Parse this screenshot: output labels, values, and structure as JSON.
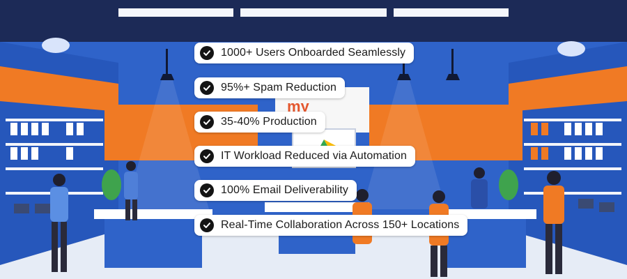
{
  "illustration": {
    "description_icon": "electronics-store-scene",
    "sign_text": "my",
    "colors": {
      "wall_blue": "#2f63c9",
      "wall_orange": "#f07a24",
      "ceiling": "#1c2a57",
      "floor": "#e6ecf6"
    }
  },
  "highlights": [
    {
      "icon": "check-circle-icon",
      "text": "1000+ Users Onboarded Seamlessly"
    },
    {
      "icon": "check-circle-icon",
      "text": "95%+ Spam Reduction"
    },
    {
      "icon": "check-circle-icon",
      "text": "35-40% Production"
    },
    {
      "icon": "check-circle-icon",
      "text": "IT Workload Reduced via Automation"
    },
    {
      "icon": "check-circle-icon",
      "text": "100% Email Deliverability"
    },
    {
      "icon": "check-circle-icon",
      "text": "Real-Time Collaboration Across 150+ Locations"
    }
  ]
}
